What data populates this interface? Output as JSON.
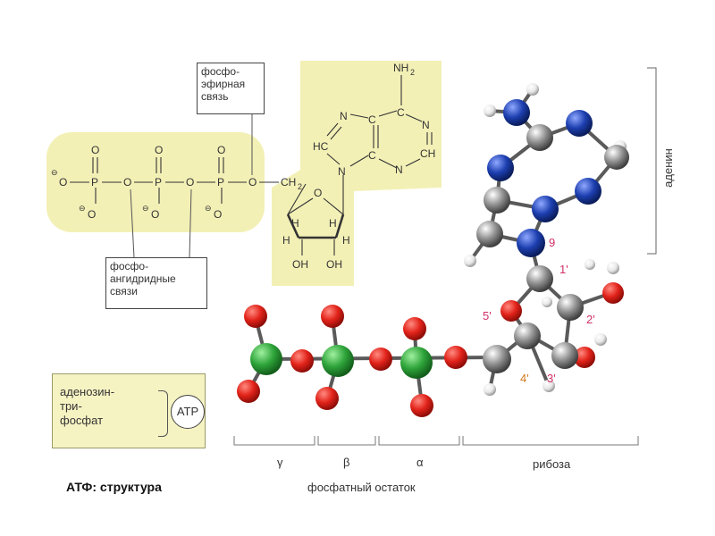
{
  "structure": {
    "phosphoester_label": [
      "фосфо-",
      "эфирная",
      "связь"
    ],
    "anhydride_label": [
      "фосфо-",
      "ангидридные",
      "связи"
    ],
    "nh2": "NH",
    "nh2_sub": "2",
    "ch2": "CH",
    "ch2_sub": "2",
    "hc": "HC",
    "ch": "CH",
    "o": "O",
    "p": "P",
    "n": "N",
    "c": "C",
    "h": "H",
    "oh": "OH"
  },
  "model": {
    "adenine_label": "аденин",
    "atom_labels": {
      "n9": "9",
      "c1": "1'",
      "c2": "2'",
      "c3": "3'",
      "c4": "4'",
      "c5": "5'"
    }
  },
  "atp_box": {
    "lines": [
      "аденозин-",
      "три-",
      "фосфат"
    ],
    "abbr": "ATP"
  },
  "scale": {
    "gamma": "γ",
    "beta": "β",
    "alpha": "α",
    "ribose": "рибоза",
    "phosphate_group": "фосфатный остаток"
  },
  "title": "АТФ: структура",
  "colors": {
    "highlight": "#f3f0b6",
    "phosphorus": "#2ea43a",
    "oxygen": "#e2231a",
    "carbon": "#8f8f8f",
    "nitrogen": "#1d3fb0",
    "hydrogen": "#f2f2f2",
    "atom_label_pink": "#d0306a",
    "atom_label_orange": "#d27a1e"
  }
}
